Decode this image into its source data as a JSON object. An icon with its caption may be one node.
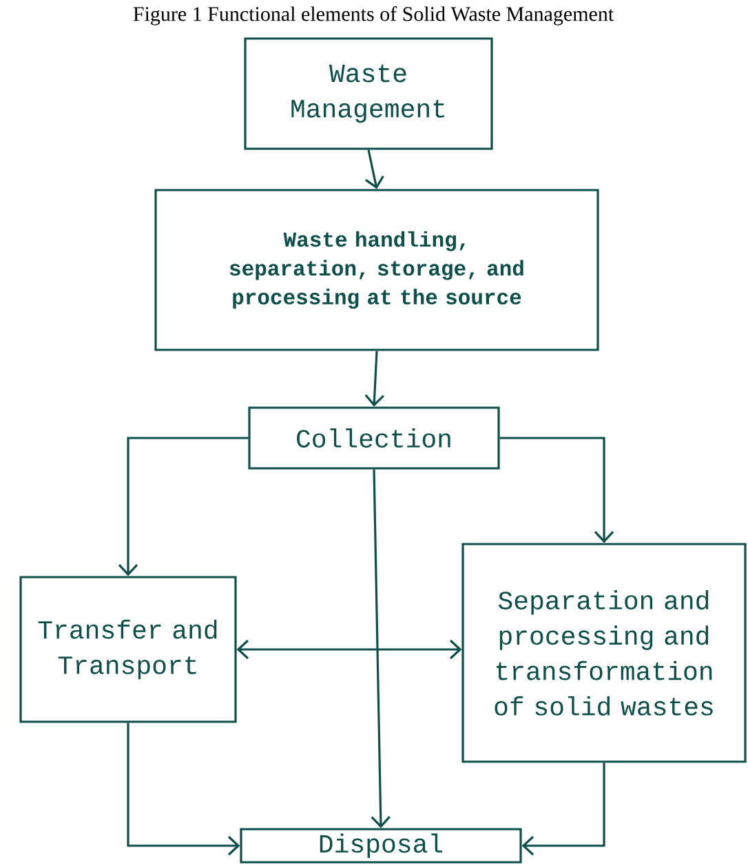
{
  "diagram": {
    "title": "Figure 1 Functional elements of Solid Waste Management",
    "nodes": [
      {
        "text": [
          "Waste Management"
        ]
      },
      {
        "text": [
          "Waste handling, separation, storage, and processing at the source"
        ]
      },
      {
        "text": [
          "Collection"
        ]
      },
      {
        "text": [
          "Transfer and Transport"
        ]
      },
      {
        "text": [
          "Separation and processing and transformation of solid wastes"
        ]
      },
      {
        "text": [
          "Disposal"
        ]
      }
    ],
    "edges": [
      {
        "from": 0,
        "to": 1,
        "arrow": "to"
      },
      {
        "from": 1,
        "to": 2,
        "arrow": "to"
      },
      {
        "from": 2,
        "to": 3,
        "arrow": "to"
      },
      {
        "from": 2,
        "to": 4,
        "arrow": "to"
      },
      {
        "from": 2,
        "to": 5,
        "arrow": "to"
      },
      {
        "from": 3,
        "to": 4,
        "arrow": "both"
      },
      {
        "from": 3,
        "to": 5,
        "arrow": "to"
      },
      {
        "from": 4,
        "to": 5,
        "arrow": "to"
      }
    ]
  }
}
